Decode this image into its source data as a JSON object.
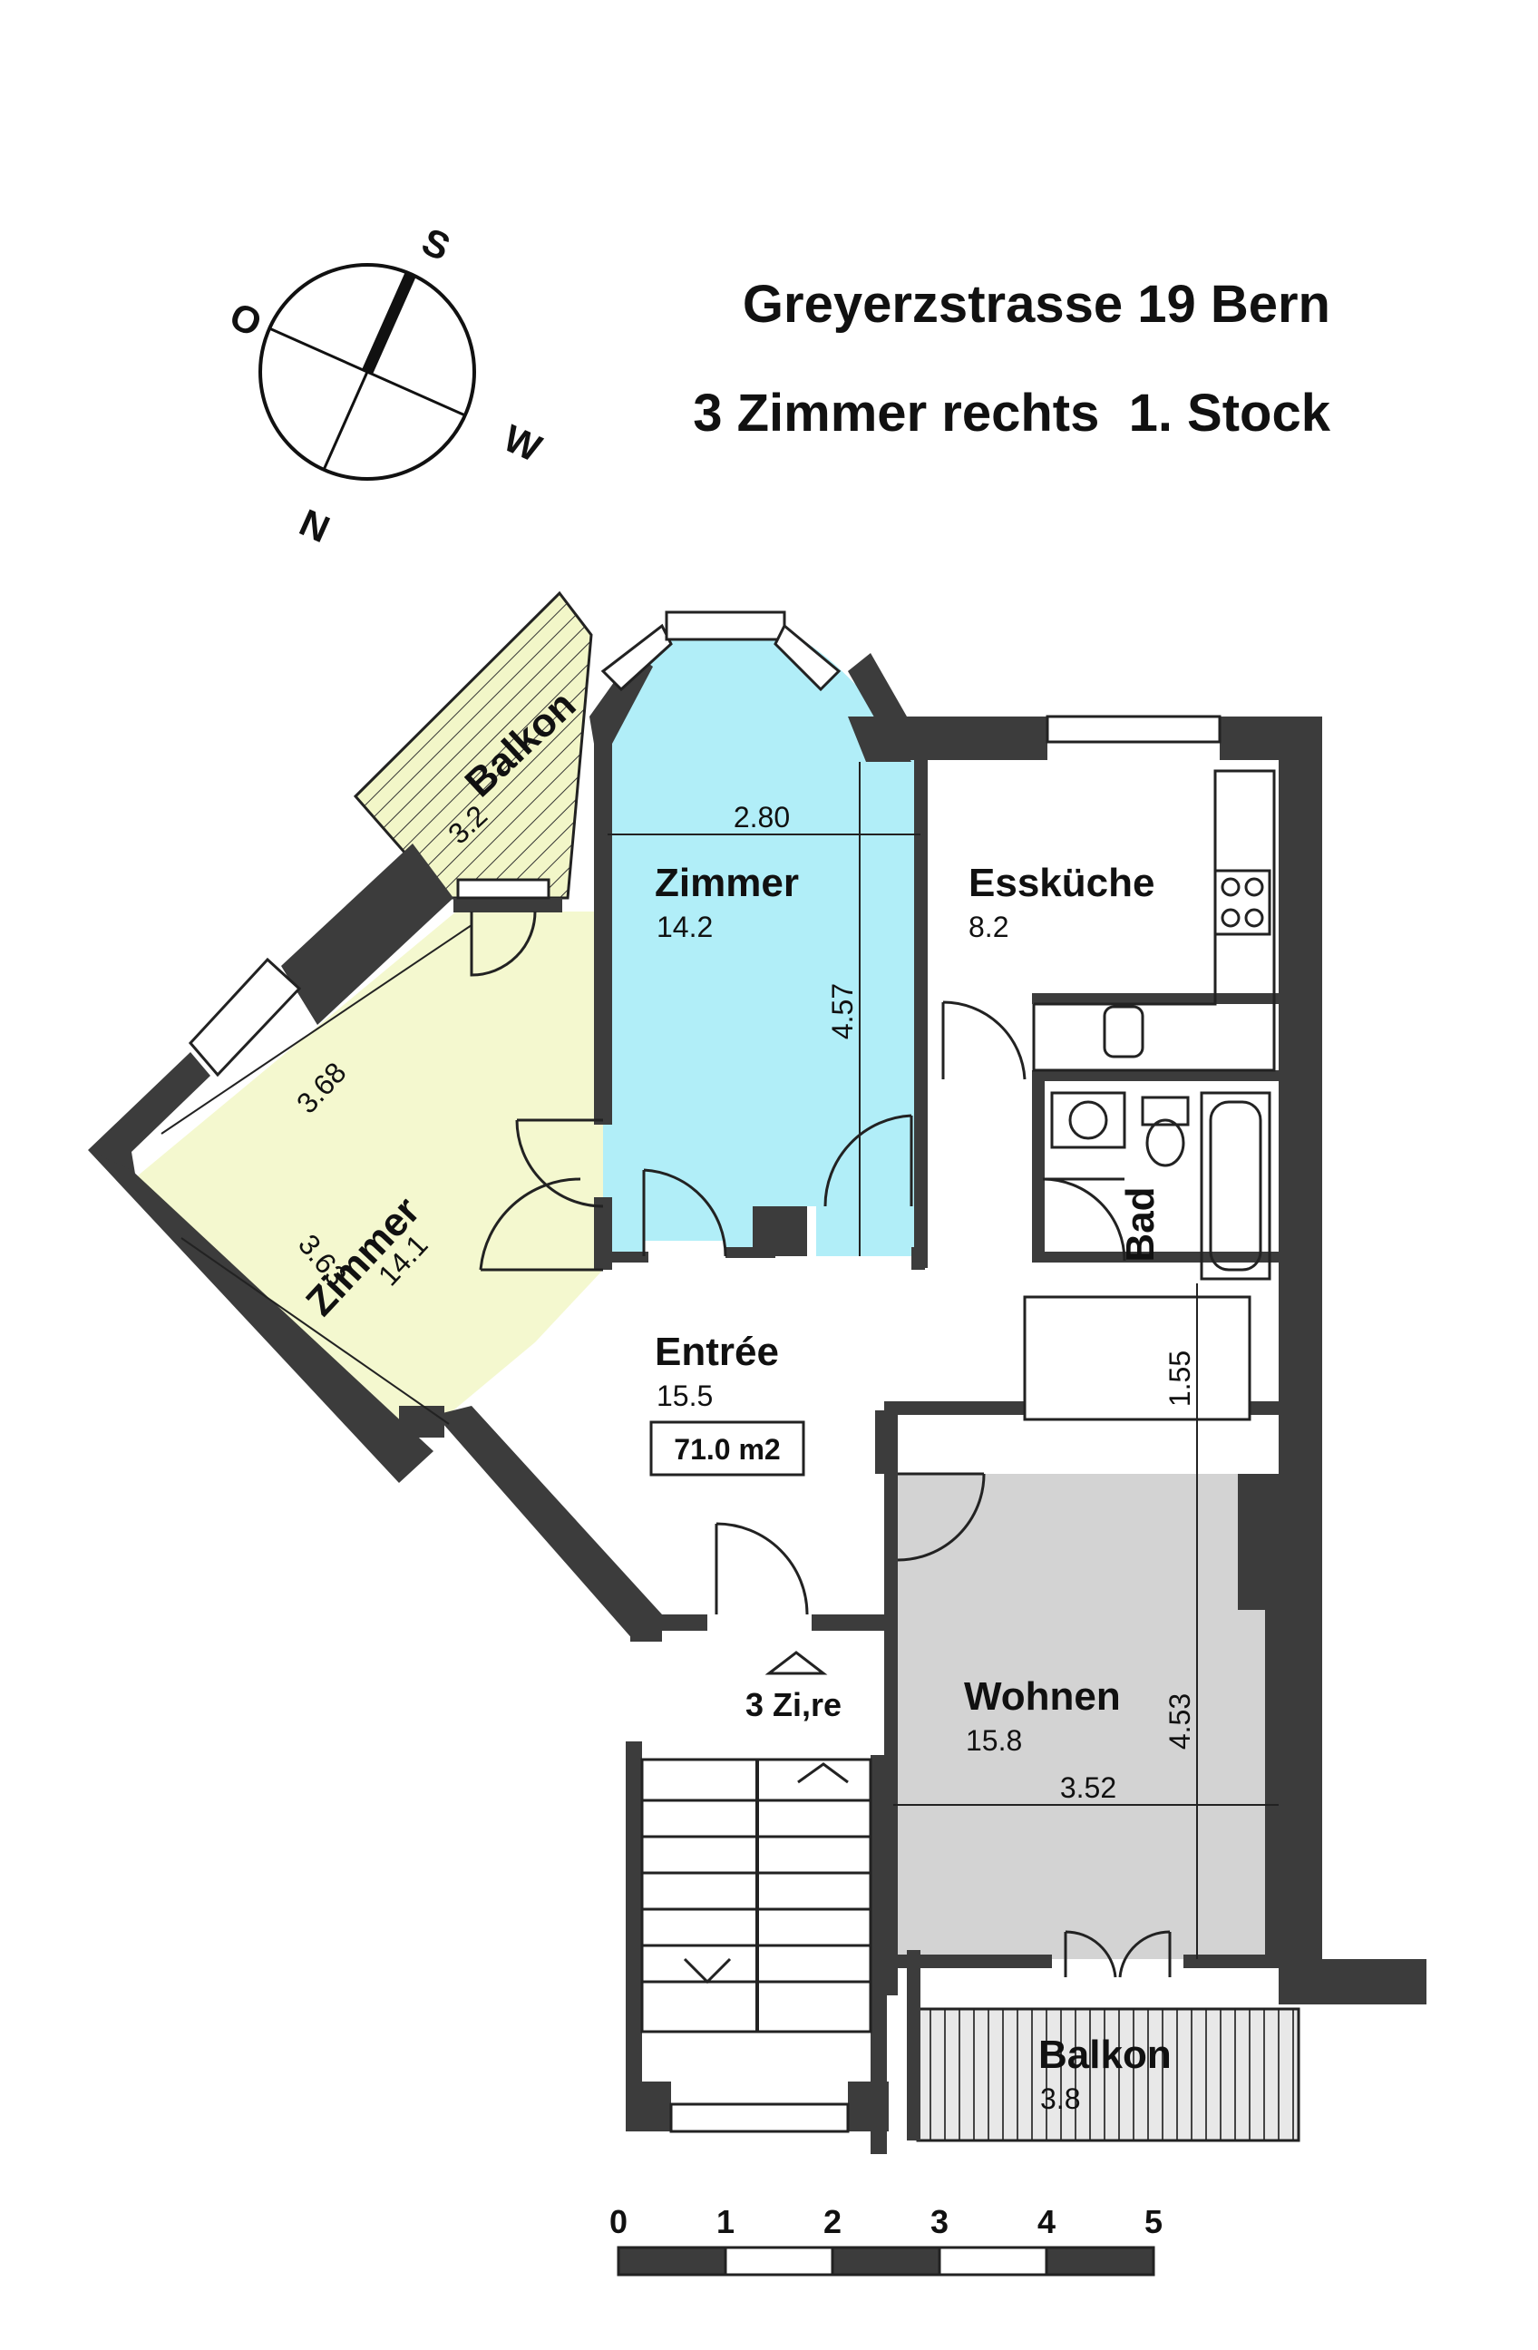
{
  "title": {
    "address": "Greyerzstrasse 19 Bern",
    "unit": "3 Zimmer rechts  1. Stock"
  },
  "compass": {
    "s": "S",
    "o": "O",
    "w": "W",
    "n": "N"
  },
  "rooms": {
    "zimmer_blue": {
      "label": "Zimmer",
      "area": "14.2",
      "dim_w": "2.80",
      "dim_h": "4.57"
    },
    "zimmer_yellow": {
      "label": "Zimmer",
      "area": "14.1",
      "dim_a": "3.68",
      "dim_b": "3.63"
    },
    "balkon_top": {
      "label": "Balkon",
      "area": "3.2"
    },
    "esskueche": {
      "label": "Essküche",
      "area": "8.2"
    },
    "bad": {
      "label": "Bad"
    },
    "entree": {
      "label": "Entrée",
      "area": "15.5",
      "dim": "1.55"
    },
    "wohnen": {
      "label": "Wohnen",
      "area": "15.8",
      "dim_w": "3.52",
      "dim_h": "4.53"
    },
    "balkon_bottom": {
      "label": "Balkon",
      "area": "3.8"
    }
  },
  "total_area": "71.0 m2",
  "entrance_label": "3 Zi,re",
  "scale_bar": {
    "ticks": [
      "0",
      "1",
      "2",
      "3",
      "4",
      "5"
    ]
  },
  "colors": {
    "wall": "#3c3c3c",
    "room_blue": "#b1eef8",
    "room_yellow": "#f4f8cf",
    "room_gray": "#d3d3d3",
    "balkon_yellow": "#f2f6c8",
    "balkon_gray": "#e8e8e8"
  }
}
